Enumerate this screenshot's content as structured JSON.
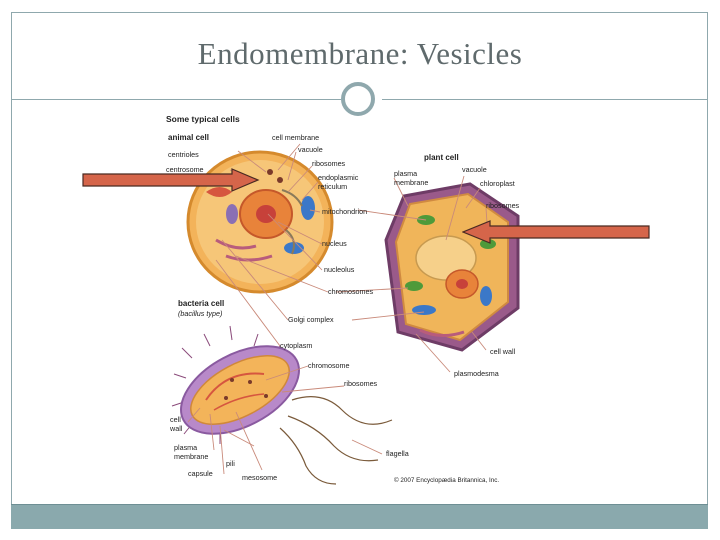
{
  "slide": {
    "title": "Endomembrane:  Vesicles"
  },
  "figure": {
    "heading": "Some typical cells",
    "animal_cell": "animal cell",
    "plant_cell": "plant cell",
    "bacteria_cell": "bacteria cell",
    "bacteria_subtitle": "(bacillus type)",
    "labels": {
      "centrioles": "centrioles",
      "centrosome": "centrosome",
      "cell_membrane": "cell membrane",
      "vacuole_animal": "vacuole",
      "ribosomes_animal": "ribosomes",
      "endoplasmic_reticulum_1": "endoplasmic",
      "endoplasmic_reticulum_2": "reticulum",
      "mitochondrion": "mitochondrion",
      "nucleus": "nucleus",
      "nucleolus": "nucleolus",
      "chromosomes": "chromosomes",
      "golgi_complex": "Golgi complex",
      "cytoplasm": "cytoplasm",
      "plasma_membrane_plant_1": "plasma",
      "plasma_membrane_plant_2": "membrane",
      "vacuole_plant": "vacuole",
      "chloroplast": "chloroplast",
      "ribosomes_plant": "ribosomes",
      "cell_wall_plant": "cell wall",
      "plasmodesma": "plasmodesma",
      "chromosome_bact": "chromosome",
      "ribosomes_bact": "ribosomes",
      "cell_wall_bact_1": "cell",
      "cell_wall_bact_2": "wall",
      "plasma_membrane_bact_1": "plasma",
      "plasma_membrane_bact_2": "membrane",
      "capsule": "capsule",
      "pili": "pili",
      "mesosome": "mesosome",
      "flagella": "flagella"
    },
    "copyright": "© 2007 Encyclopædia Britannica, Inc."
  },
  "colors": {
    "accent": "#8aa9ad",
    "arrow_fill": "#d5654a",
    "arrow_stroke": "#4a2a22",
    "title_text": "#5f6a6c"
  }
}
